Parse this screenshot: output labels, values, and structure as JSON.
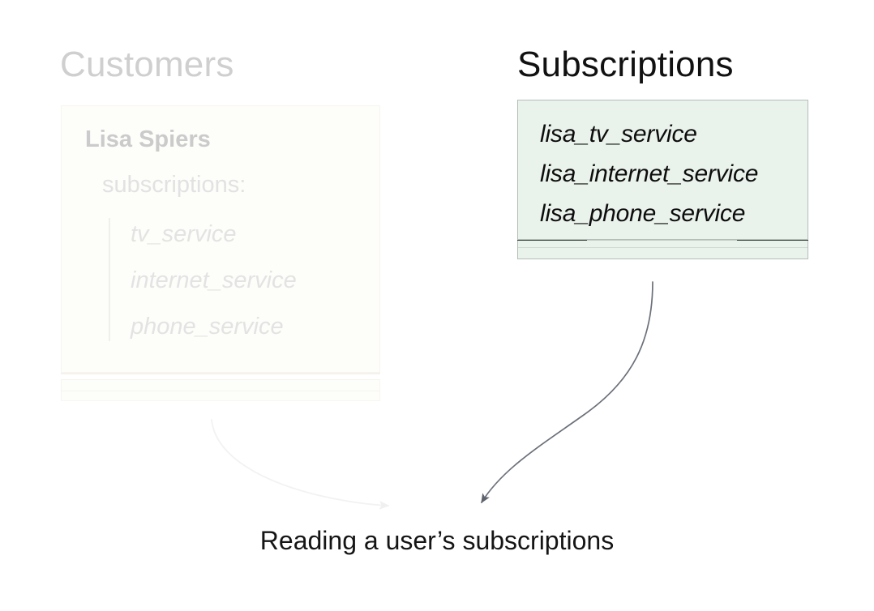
{
  "slide": {
    "caption": "Reading a user’s subscriptions",
    "background_color": "#ffffff"
  },
  "columns": {
    "left": {
      "heading": "Customers",
      "heading_color": "#cfcfcf",
      "state": "faded",
      "card": {
        "fill_color": "#fdfdfa",
        "border_color": "#f7f5ef",
        "record_name": "Lisa Spiers",
        "field_label": "subscriptions:",
        "values": [
          "tv_service",
          "internet_service",
          "phone_service"
        ]
      }
    },
    "right": {
      "heading": "Subscriptions",
      "heading_color": "#111111",
      "state": "active",
      "card": {
        "fill_color": "#eaf2ec",
        "border_color": "#b4bdb7",
        "values": [
          "lisa_tv_service",
          "lisa_internet_service",
          "lisa_phone_service"
        ]
      }
    }
  },
  "arrows": [
    {
      "name": "customers-to-caption",
      "color": "#f2f2f2",
      "state": "faded"
    },
    {
      "name": "subscriptions-to-caption",
      "color": "#6b7079",
      "state": "active"
    }
  ]
}
